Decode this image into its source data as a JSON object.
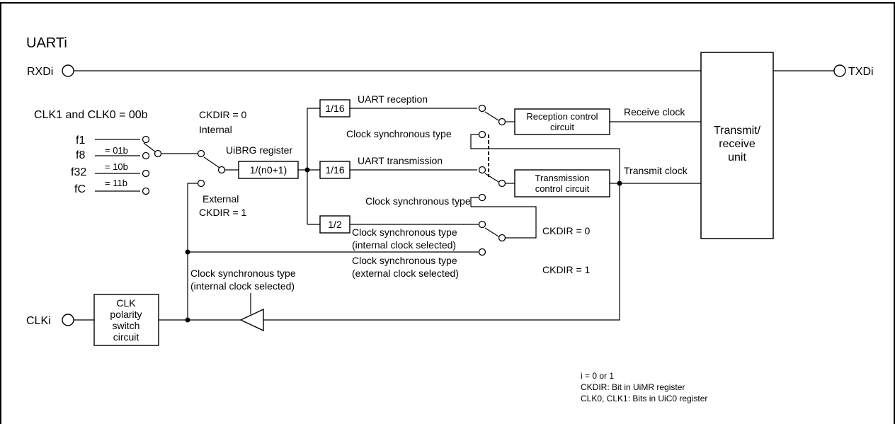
{
  "title": "UARTi",
  "pins": {
    "rxd": "RXDi",
    "txd": "TXDi",
    "clk": "CLKi"
  },
  "clock_select": {
    "header": "CLK1 and CLK0 = 00b",
    "sources": [
      "f1",
      "f8",
      "f32",
      "fC"
    ],
    "codes": [
      "= 01b",
      "= 10b",
      "= 11b"
    ]
  },
  "ckdir_internal": [
    "CKDIR = 0",
    "Internal"
  ],
  "ckdir_external": [
    "External",
    "CKDIR = 1"
  ],
  "brg": {
    "register_label": "UiBRG register",
    "divider": "1/(n0+1)"
  },
  "dividers": {
    "rx": "1/16",
    "tx": "1/16",
    "sync": "1/2"
  },
  "labels": {
    "uart_reception": "UART reception",
    "uart_transmission": "UART transmission",
    "clock_sync_type_1": "Clock synchronous type",
    "clock_sync_type_2": "Clock synchronous type",
    "sync_internal_1": "Clock synchronous type",
    "sync_internal_2": "(internal clock selected)",
    "sync_external_1": "Clock synchronous type",
    "sync_external_2": "(external clock selected)",
    "ckdir0": "CKDIR = 0",
    "ckdir1": "CKDIR = 1",
    "receive_clock": "Receive clock",
    "transmit_clock": "Transmit clock",
    "sync_internal_bottom_1": "Clock synchronous type",
    "sync_internal_bottom_2": "(internal clock selected)"
  },
  "blocks": {
    "reception_control": [
      "Reception control",
      "circuit"
    ],
    "transmission_control": [
      "Transmission",
      "control circuit"
    ],
    "transmit_receive_unit": [
      "Transmit/",
      "receive",
      "unit"
    ],
    "clk_polarity": [
      "CLK",
      "polarity",
      "switch",
      "circuit"
    ]
  },
  "notes": [
    "i = 0 or 1",
    "CKDIR: Bit in UiMR register",
    "CLK0, CLK1: Bits in UiC0 register"
  ]
}
